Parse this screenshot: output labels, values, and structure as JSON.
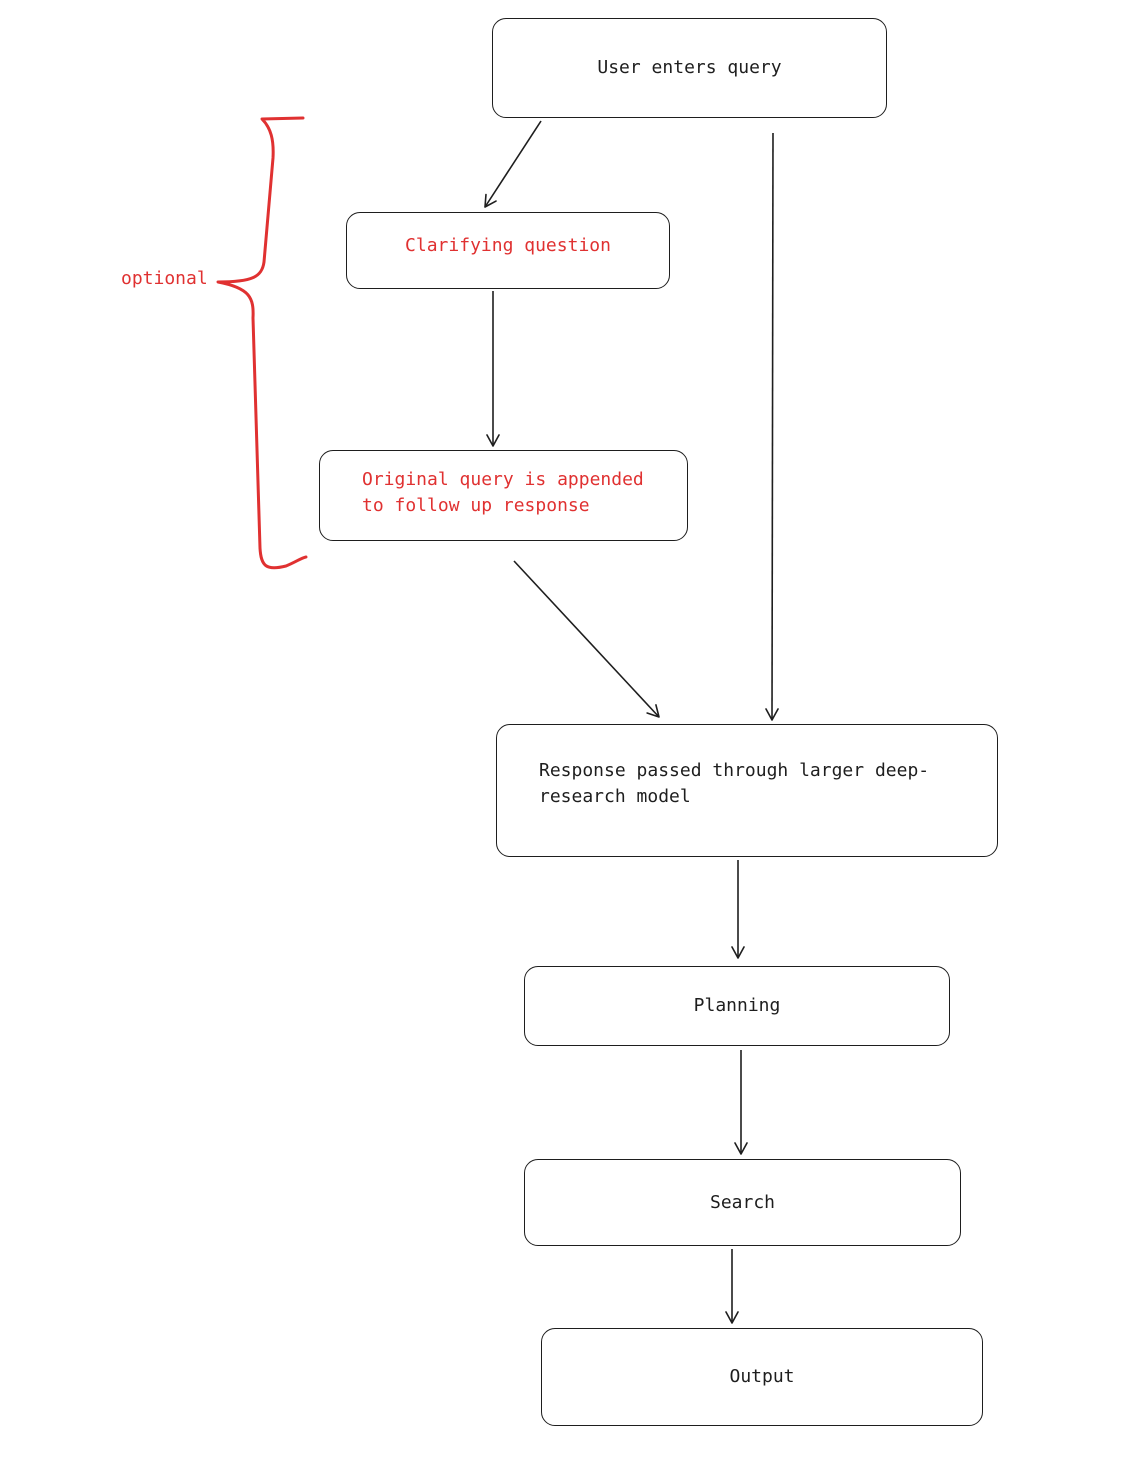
{
  "diagram": {
    "nodes": {
      "user_query": "User enters query",
      "clarifying_question": "Clarifying question",
      "appended_query": "Original query is appended\nto follow up response",
      "deep_research": "Response passed through larger deep-\nresearch model",
      "planning": "Planning",
      "search": "Search",
      "output": "Output"
    },
    "annotations": {
      "optional": "optional"
    },
    "colors": {
      "stroke": "#1e1e1e",
      "accent": "#e03131",
      "background": "#ffffff"
    },
    "edges": [
      {
        "from": "User enters query",
        "to": "Clarifying question"
      },
      {
        "from": "User enters query",
        "to": "Response passed through larger deep-research model"
      },
      {
        "from": "Clarifying question",
        "to": "Original query is appended to follow up response"
      },
      {
        "from": "Original query is appended to follow up response",
        "to": "Response passed through larger deep-research model"
      },
      {
        "from": "Response passed through larger deep-research model",
        "to": "Planning"
      },
      {
        "from": "Planning",
        "to": "Search"
      },
      {
        "from": "Search",
        "to": "Output"
      }
    ]
  }
}
